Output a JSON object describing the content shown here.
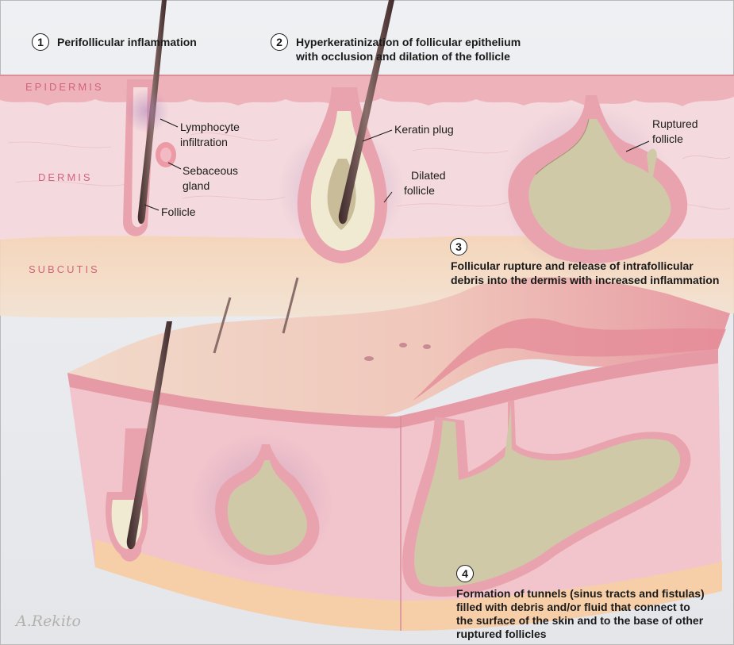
{
  "steps": [
    {
      "number": "1",
      "text": "Perifollicular inflammation"
    },
    {
      "number": "2",
      "text_line1": "Hyperkeratinization of follicular epithelium",
      "text_line2": "with occlusion and dilation of the follicle"
    },
    {
      "number": "3",
      "text_line1": "Follicular rupture and release of intrafollicular",
      "text_line2": "debris into the dermis with increased inflammation"
    },
    {
      "number": "4",
      "text_line1": "Formation of tunnels (sinus tracts and fistulas)",
      "text_line2": "filled with debris and/or fluid that connect to",
      "text_line3": "the surface of the skin and to the base of other",
      "text_line4": "ruptured follicles"
    }
  ],
  "layers": {
    "epidermis": "EPIDERMIS",
    "dermis": "DERMIS",
    "subcutis": "SUBCUTIS"
  },
  "labels": {
    "lymphocyte_1": "Lymphocyte",
    "lymphocyte_2": "infiltration",
    "sebaceous_1": "Sebaceous",
    "sebaceous_2": "gland",
    "follicle": "Follicle",
    "keratin_plug": "Keratin plug",
    "dilated_1": "Dilated",
    "dilated_2": "follicle",
    "ruptured_1": "Ruptured",
    "ruptured_2": "follicle"
  },
  "signature": "A.Rekito",
  "colors": {
    "skin": "#f2c6c9",
    "dermis_pink": "#f4dade",
    "epidermis": "#e9a3ae",
    "subcutis": "#f8dcb8",
    "debris": "#cfc9a8",
    "inflammation": "#9a6aa6",
    "hair": "#5a4040"
  }
}
